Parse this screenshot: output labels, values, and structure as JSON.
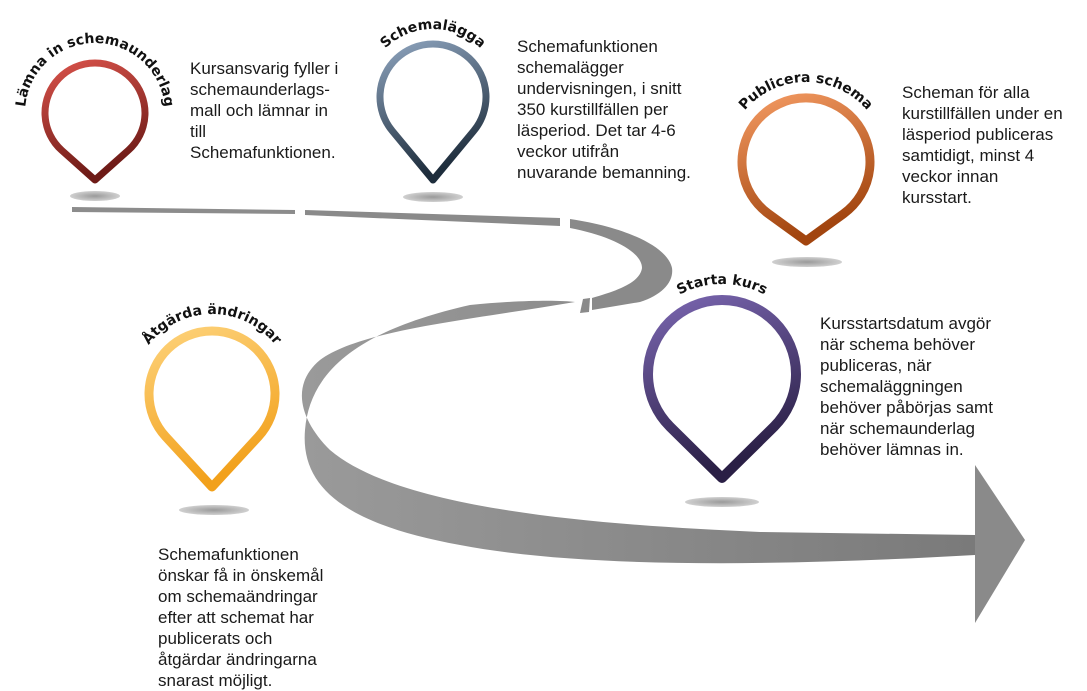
{
  "steps": [
    {
      "label": "Lämna in schemaunderlag",
      "description": "Kursansvarig fyller i\nschemaunderlags-\nmall och lämnar in\ntill\nSchemafunktionen.",
      "colors": {
        "light": "#d8524a",
        "dark": "#6e1b17"
      }
    },
    {
      "label": "Schemalägga",
      "description": "Schemafunktionen\nschemalägger\nundervisningen, i snitt\n350 kurstillfällen per\nläsperiod. Det tar 4-6\nveckor utifrån\nnuvarande bemanning.",
      "colors": {
        "light": "#8da3bd",
        "dark": "#1e2d3c"
      }
    },
    {
      "label": "Publicera schema",
      "description": "Scheman för alla\nkurstillfällen under en\nläsperiod publiceras\nsamtidigt, minst 4\nveckor innan\nkursstart.",
      "colors": {
        "light": "#f39a62",
        "dark": "#a2450f"
      }
    },
    {
      "label": "Starta kurs",
      "description": "Kursstartsdatum avgör\nnär schema behöver\npubliceras, när\nschemaläggningen\nbehöver påbörjas samt\nnär schemaunderlag\nbehöver lämnas in.",
      "colors": {
        "light": "#7a66b0",
        "dark": "#2a1f45"
      }
    },
    {
      "label": "Åtgärda ändringar",
      "description": "Schemafunktionen\nönskar få in önskemål\nom schemaändringar\nefter att schemat har\npublicerats och\nåtgärdar ändringarna\nsnarast möjligt.",
      "colors": {
        "light": "#fdd27a",
        "dark": "#f2a11c"
      }
    }
  ],
  "road_colors": {
    "light": "#a9a9a9",
    "dark": "#6a6a6a"
  },
  "shadow_color": "#b8b8b8"
}
